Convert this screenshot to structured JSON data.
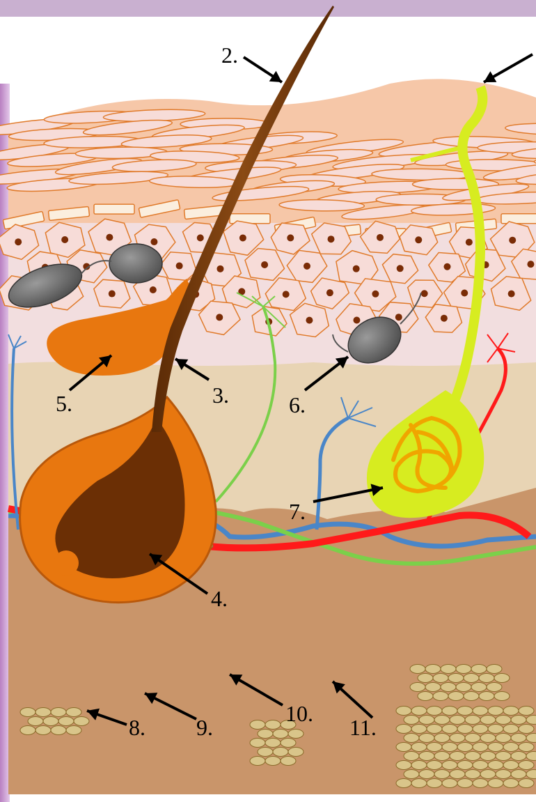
{
  "labels": {
    "hair_shaft": "2.",
    "sebaceous_duct": "3.",
    "hair_follicle": "4.",
    "sebaceous_gland": "5.",
    "melanocyte": "6.",
    "sweat_gland": "7.",
    "fat_cells": "8.",
    "artery": "9.",
    "vein": "10.",
    "nerve": "11."
  },
  "colors": {
    "epidermis_outer": "#f6c7a8",
    "cell_outline": "#e07a2a",
    "cell_fill": "#f7dcd8",
    "nucleus": "#7a2c06",
    "dermis_upper": "#f2dedf",
    "dermis": "#e8d4b4",
    "hypodermis": "#c9956a",
    "hair": "#7b3c0c",
    "follicle": "#e8770f",
    "sweat_duct": "#d7ec20",
    "sweat_coil": "#f0a500",
    "artery": "#ff1a1a",
    "vein": "#4a86c8",
    "nerve": "#7bd04a",
    "fat_cell": "#d9c58a",
    "melanocyte": "#666666"
  }
}
